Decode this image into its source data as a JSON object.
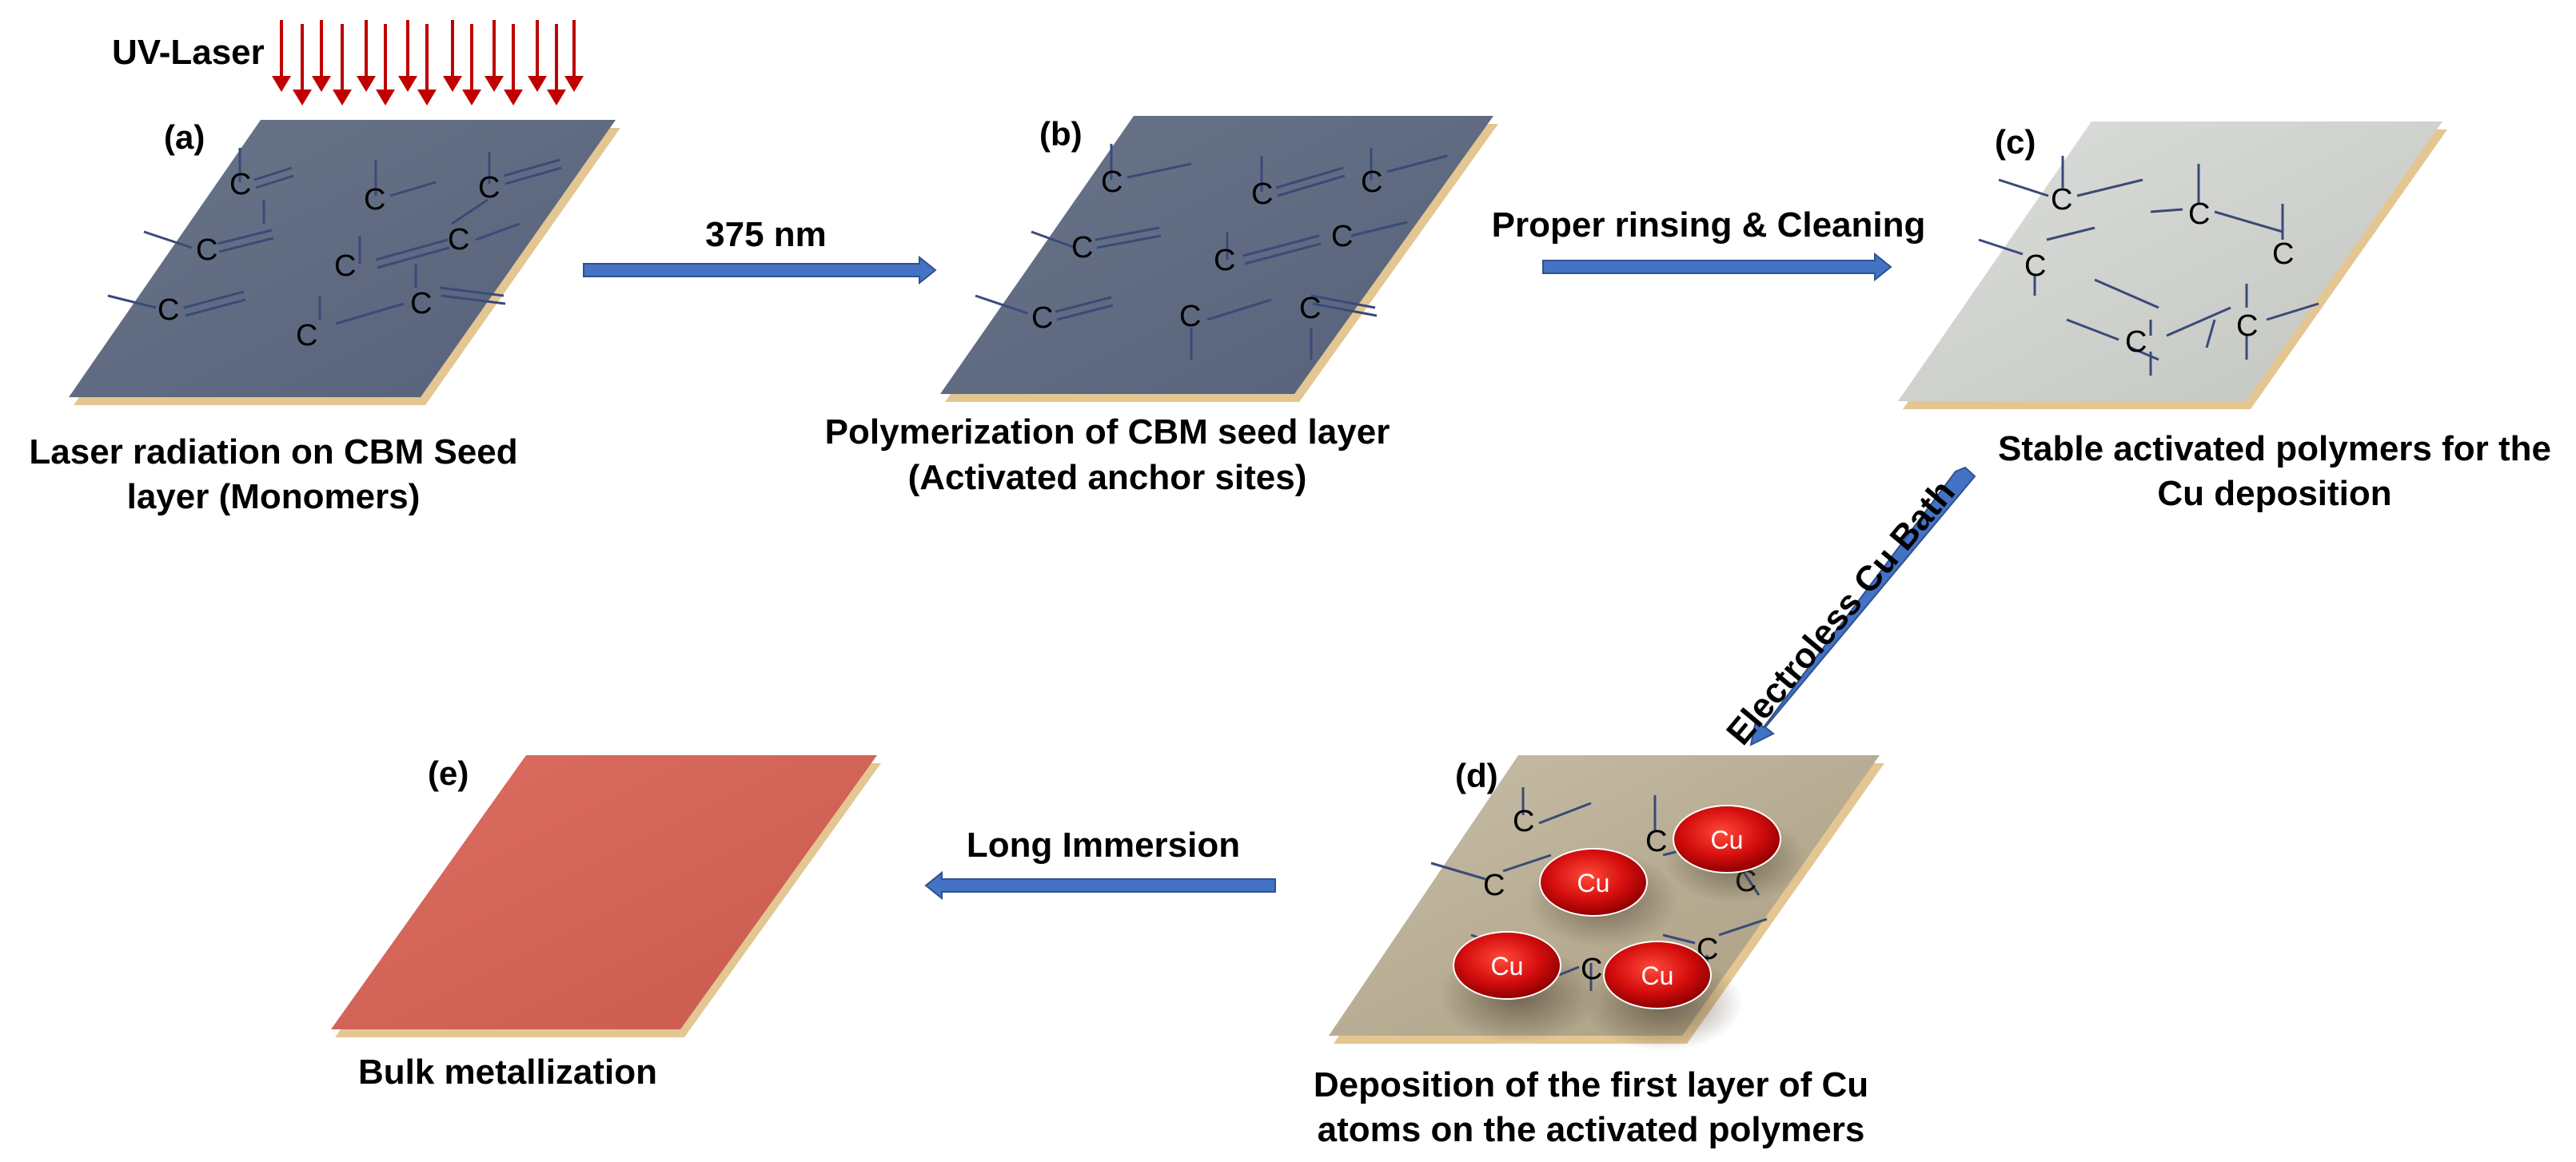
{
  "uv_label": "UV-Laser",
  "panels": {
    "a": {
      "letter": "(a)",
      "caption_line1": "Laser radiation on CBM Seed",
      "caption_line2": "layer (Monomers)"
    },
    "b": {
      "letter": "(b)",
      "caption_line1": "Polymerization of CBM seed layer",
      "caption_line2": "(Activated anchor sites)"
    },
    "c": {
      "letter": "(c)",
      "caption_line1": "Stable activated polymers for the",
      "caption_line2": "Cu deposition"
    },
    "d": {
      "letter": "(d)",
      "caption_line1": "Deposition of the first layer of Cu",
      "caption_line2": "atoms on the activated polymers"
    },
    "e": {
      "letter": "(e)",
      "caption_line1": "Bulk metallization"
    }
  },
  "arrows": {
    "a_to_b": "375 nm",
    "b_to_c": "Proper rinsing & Cleaning",
    "c_to_d": "Electroless Cu Bath",
    "d_to_e": "Long Immersion"
  },
  "atom_label": "C",
  "cu_label": "Cu",
  "colors": {
    "seed_layer": "#5f6b80",
    "activated_layer": "#cfd1cd",
    "deposition_layer": "#b4a890",
    "metal_layer": "#d26357",
    "substrate_edge": "#e3c692",
    "arrow_blue": "#4472c4",
    "laser_red": "#c00000",
    "cu_red": "#d40d0d"
  }
}
